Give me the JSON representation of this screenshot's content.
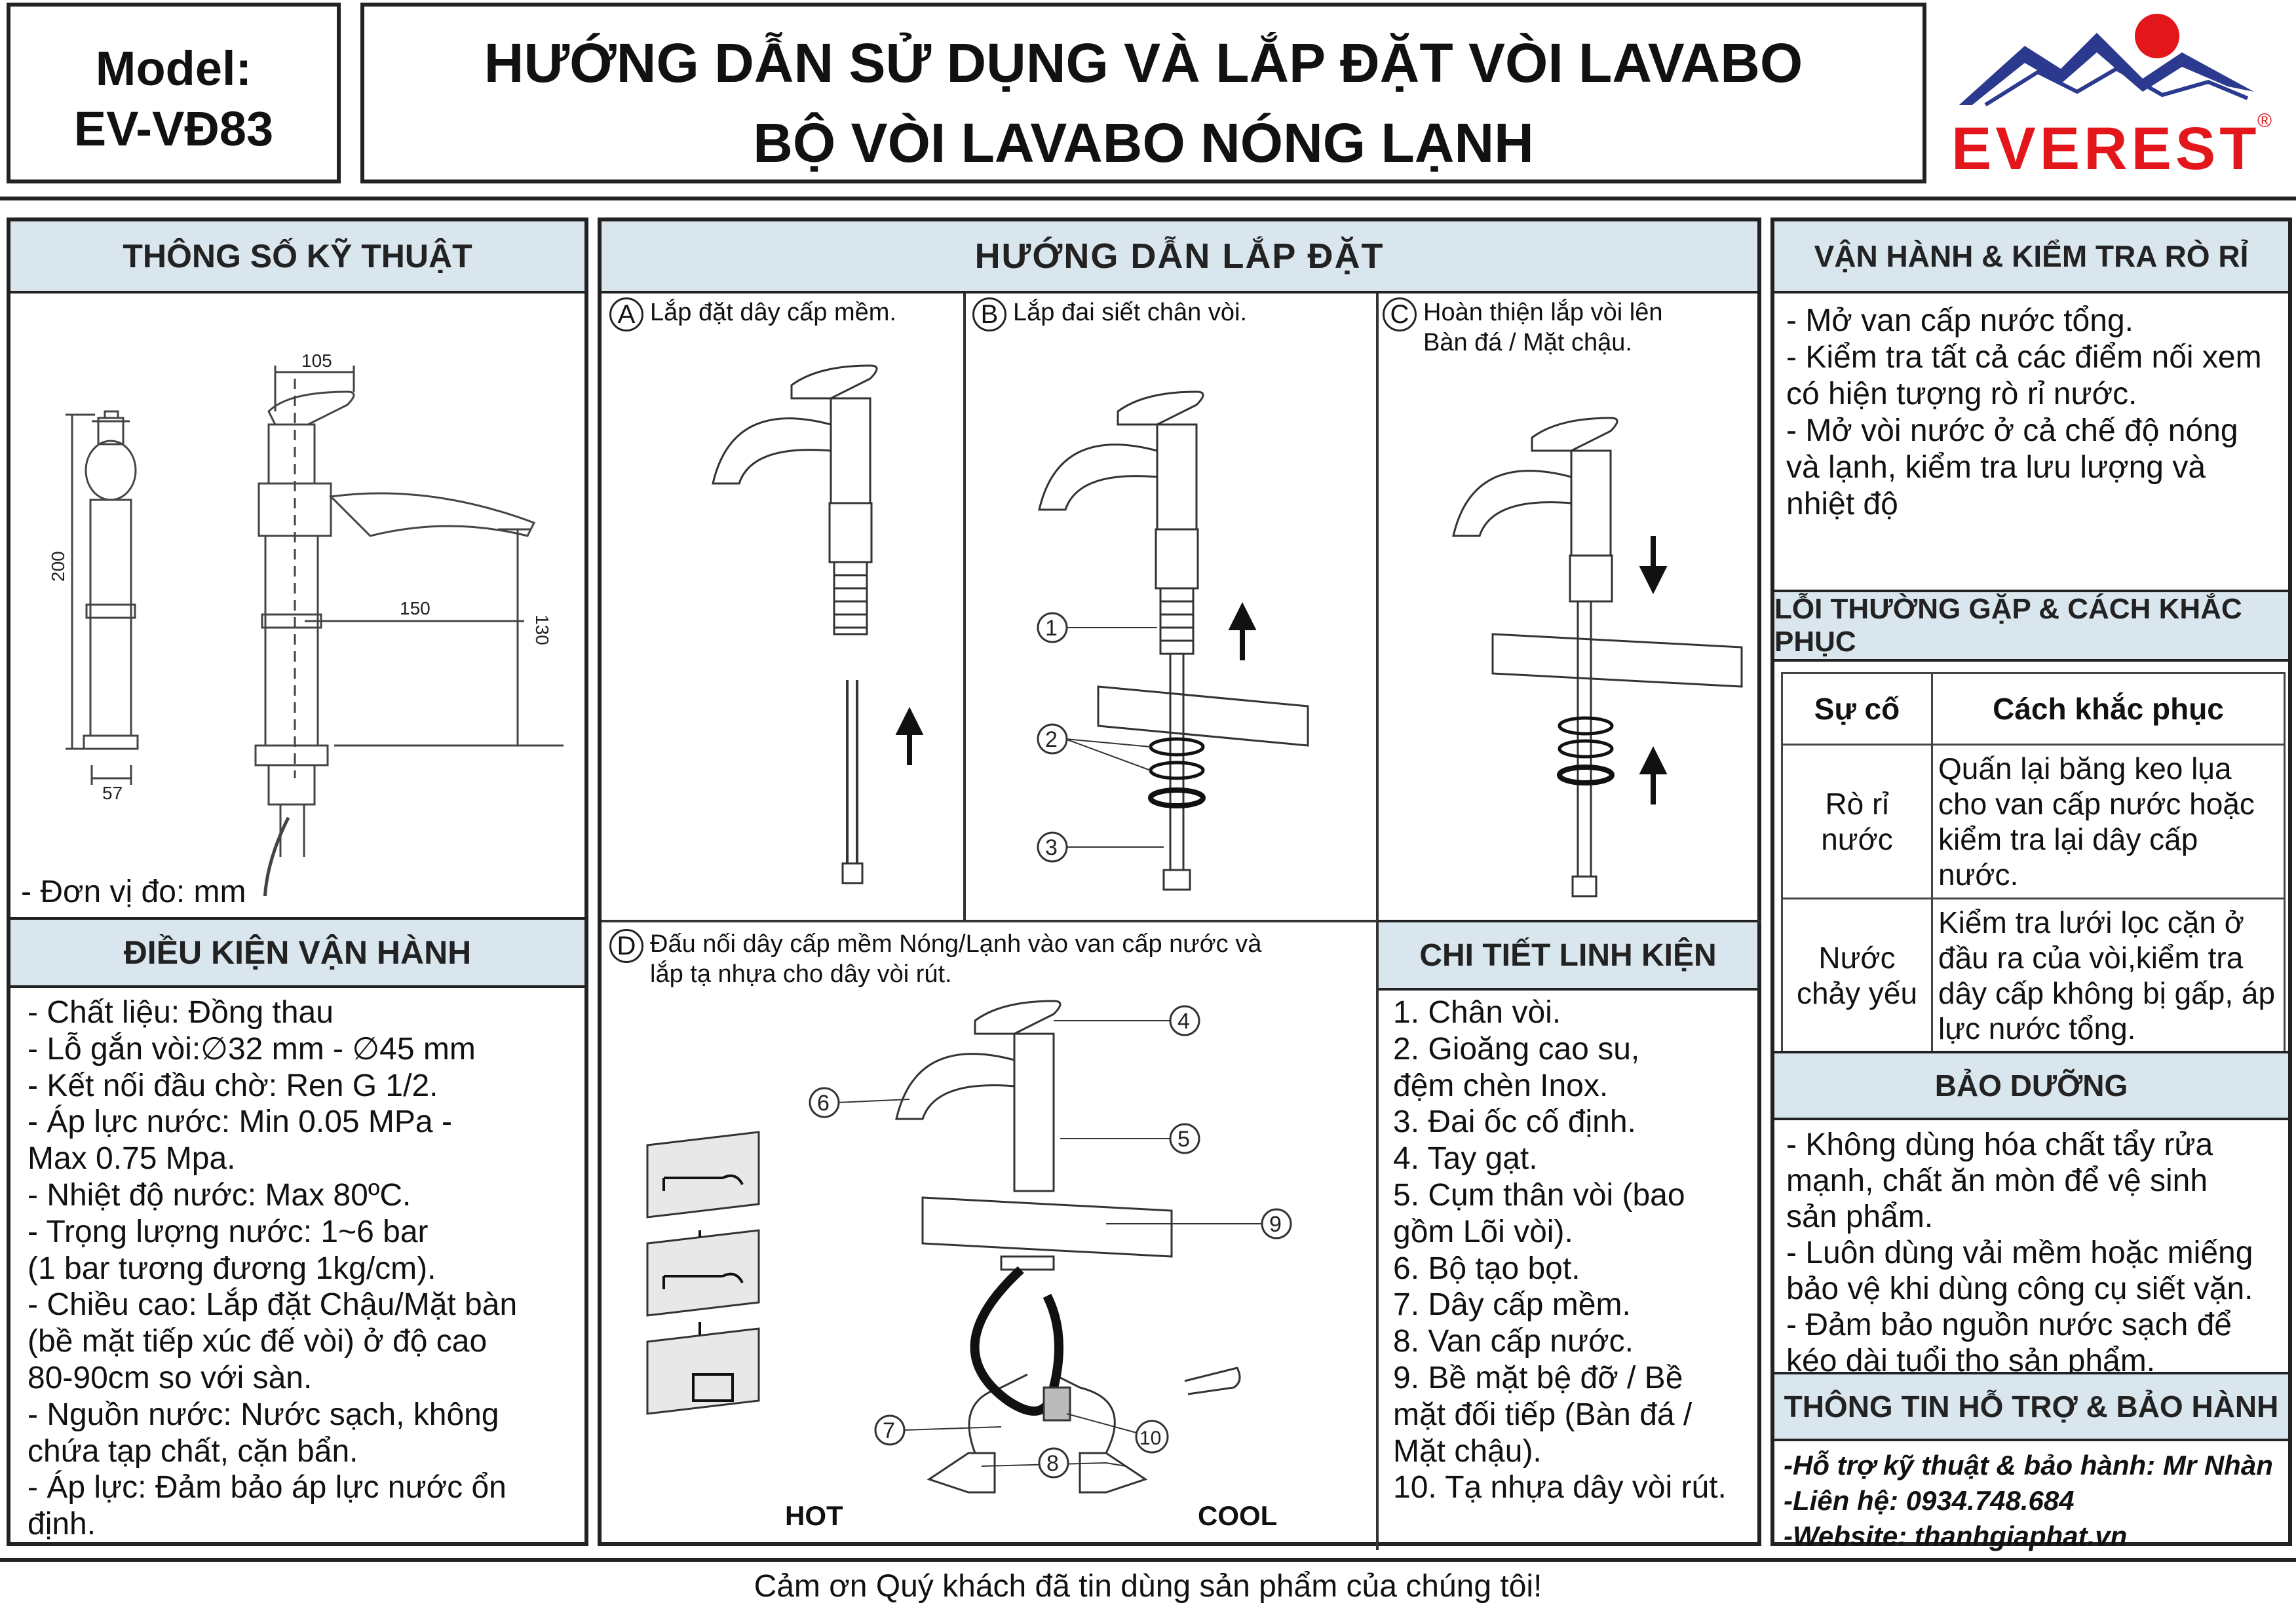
{
  "model": {
    "line1": "Model:",
    "line2": "EV-VĐ83"
  },
  "title": {
    "line1": "HƯỚNG DẪN SỬ DỤNG VÀ LẮP ĐẶT VÒI LAVABO",
    "line2": "BỘ VÒI LAVABO NÓNG LẠNH"
  },
  "brand": {
    "name": "EVEREST",
    "registered": "®",
    "color": "#e3161b",
    "mountain_color": "#2b3a8f"
  },
  "specs": {
    "header": "THÔNG SỐ KỸ THUẬT",
    "dims": {
      "d105": "105",
      "d200": "200",
      "d130": "130",
      "d150": "150",
      "d57": "57"
    },
    "unit_note": "- Đơn vị đo: mm"
  },
  "conditions": {
    "header": "ĐIỀU KIỆN VẬN HÀNH",
    "lines": [
      "- Chất liệu: Đồng thau",
      "- Lỗ gắn vòi:∅32 mm - ∅45 mm",
      "- Kết nối đầu chờ: Ren G 1/2.",
      "- Áp lực nước: Min 0.05 MPa -",
      "Max 0.75 Mpa.",
      "- Nhiệt độ nước: Max 80ºC.",
      "- Trọng lượng nước: 1~6 bar",
      "(1 bar tương đương 1kg/cm).",
      "- Chiều cao: Lắp đặt Chậu/Mặt bàn",
      "(bề mặt tiếp xúc đế vòi) ở độ cao",
      "80-90cm so với sàn.",
      "- Nguồn nước: Nước sạch, không",
      "chứa tạp chất, cặn bẩn.",
      "- Áp lực: Đảm bảo áp lực nước ổn",
      "định."
    ]
  },
  "install": {
    "header": "HƯỚNG DẪN LẮP ĐẶT",
    "stepA": {
      "letter": "A",
      "text": "Lắp đặt dây cấp mềm."
    },
    "stepB": {
      "letter": "B",
      "text": "Lắp đai siết chân vòi."
    },
    "stepC": {
      "letter": "C",
      "line1": "Hoàn thiện lắp vòi lên",
      "line2": "Bàn đá / Mặt chậu."
    },
    "stepD": {
      "letter": "D",
      "line1": "Đấu nối dây cấp mềm Nóng/Lạnh vào van cấp nước và",
      "line2": "lắp tạ nhựa cho dây vòi rút."
    },
    "callouts": [
      "1",
      "2",
      "3",
      "4",
      "5",
      "6",
      "7",
      "8",
      "9",
      "10"
    ],
    "hot": "HOT",
    "cool": "COOL"
  },
  "parts": {
    "header": "CHI TIẾT LINH KIỆN",
    "lines": [
      "1. Chân vòi.",
      "2. Gioăng cao su,",
      "đệm chèn Inox.",
      "3. Đai ốc cố định.",
      "4. Tay gạt.",
      "5. Cụm thân vòi (bao",
      "gồm Lõi vòi).",
      "6. Bộ tạo bọt.",
      "7. Dây cấp mềm.",
      "8. Van cấp nước.",
      "9. Bề mặt bệ đỡ / Bề",
      "mặt đối tiếp (Bàn đá /",
      "Mặt chậu).",
      "10. Tạ nhựa dây vòi rút."
    ]
  },
  "operation": {
    "header": "VẬN HÀNH & KIỂM TRA RÒ RỈ",
    "lines": [
      "- Mở van cấp nước tổng.",
      "- Kiểm tra tất cả các điểm nối xem",
      "có hiện tượng rò rỉ nước.",
      "- Mở vòi nước ở cả chế độ nóng",
      "và lạnh, kiểm tra lưu lượng và",
      "nhiệt độ"
    ]
  },
  "faults": {
    "header": "LỖI THƯỜNG GẶP & CÁCH KHẮC PHỤC",
    "col1": "Sự cố",
    "col2": "Cách khắc phục",
    "rows": [
      {
        "issue": "Rò rỉ nước",
        "fix": "Quấn lại băng keo lụa cho van cấp nước hoặc kiểm tra lại dây cấp nước."
      },
      {
        "issue": "Nước chảy yếu",
        "fix": "Kiểm tra lưới lọc cặn ở đầu ra của vòi,kiểm tra dây cấp không bị gấp, áp lực nước tổng."
      }
    ]
  },
  "maintenance": {
    "header": "BẢO DƯỠNG",
    "lines": [
      "- Không dùng hóa chất tẩy rửa",
      "mạnh, chất ăn mòn để vệ sinh",
      "sản phẩm.",
      "- Luôn dùng vải mềm hoặc miếng",
      "bảo vệ khi dùng công cụ siết vặn.",
      "- Đảm bảo nguồn nước sạch để",
      "kéo dài tuổi thọ sản phẩm."
    ]
  },
  "support": {
    "header": "THÔNG TIN HỖ TRỢ & BẢO HÀNH",
    "line1": "-Hỗ trợ kỹ thuật & bảo hành: Mr Nhàn",
    "line2": "-Liên hệ: 0934.748.684",
    "line3": "-Website: thanhgiaphat.vn"
  },
  "footer": "Cảm ơn Quý khách đã tin dùng sản phẩm của chúng tôi!"
}
